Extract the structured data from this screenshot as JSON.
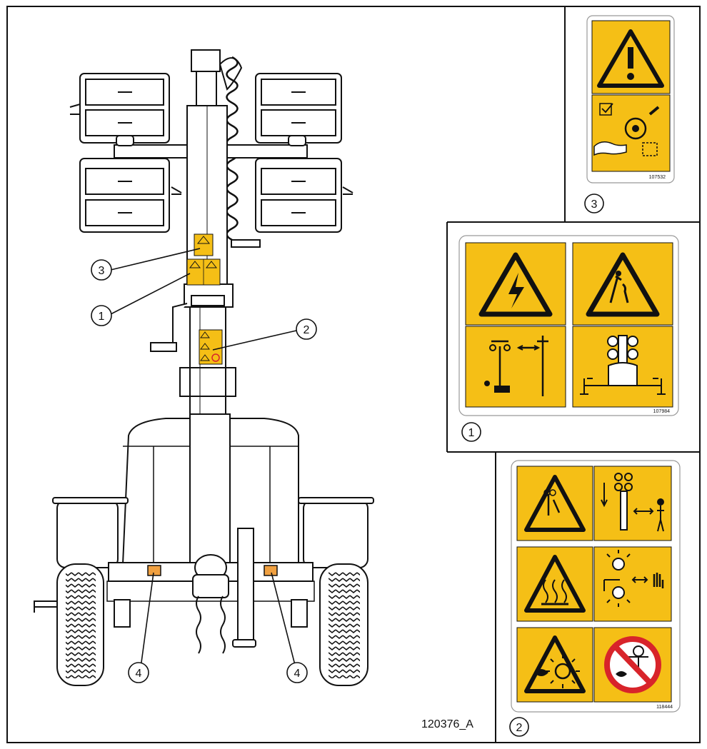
{
  "figure_id": "120376_A",
  "callouts": [
    {
      "id": "3",
      "target": "decal-3"
    },
    {
      "id": "1",
      "target": "decal-1"
    },
    {
      "id": "2",
      "target": "decal-2"
    },
    {
      "id": "4",
      "target": "reflector-left"
    },
    {
      "id": "4",
      "target": "reflector-right"
    }
  ],
  "decals": {
    "decal_3": {
      "number": "3",
      "part_no": "107532"
    },
    "decal_1": {
      "number": "1",
      "part_no": "107984"
    },
    "decal_2": {
      "number": "2",
      "part_no": "118444"
    }
  },
  "colors": {
    "sign_yellow": "#f5bf16",
    "outline": "#111111",
    "reflector": "#f0a040",
    "prohibit_red": "#d8242a"
  }
}
